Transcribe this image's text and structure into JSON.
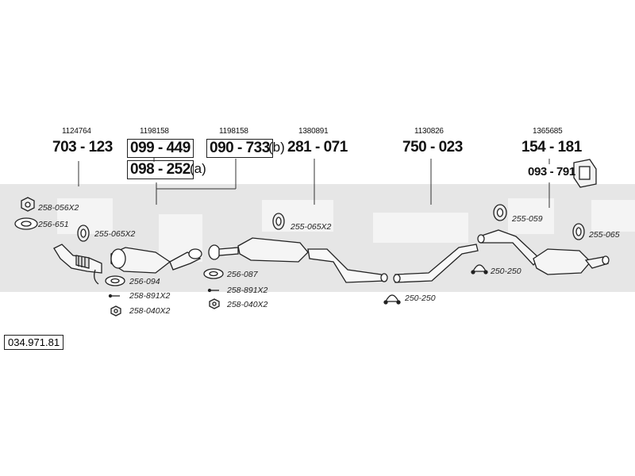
{
  "reference_number": "034.971.81",
  "oem_numbers": [
    "1124764",
    "1198158",
    "1198158",
    "1380891",
    "1130826",
    "1365685"
  ],
  "part_numbers": {
    "front_pipe": "703 - 123",
    "catalyst_a_top": "099 - 449",
    "catalyst_a_bottom": "098 - 252",
    "catalyst_a_suffix": "(a)",
    "catalyst_b": "090 - 733",
    "catalyst_b_suffix": "(b)",
    "middle_silencer": "281 - 071",
    "intermediate_pipe": "750 - 023",
    "rear_silencer": "154 - 181",
    "rear_bracket": "093 - 791"
  },
  "small_labels": {
    "nut_front": "258-056X2",
    "gasket_front": "256-651",
    "rubber_mount_1": "255-065X2",
    "gasket_mid": "256-094",
    "bolt_1": "258-891X2",
    "nut_1": "258-040X2",
    "gasket_2": "256-087",
    "bolt_2": "258-891X2",
    "nut_2": "258-040X2",
    "rubber_mount_2": "255-065X2",
    "clamp_1": "250-250",
    "rubber_ring": "255-059",
    "clamp_2": "250-250",
    "rubber_mount_3": "255-065"
  }
}
